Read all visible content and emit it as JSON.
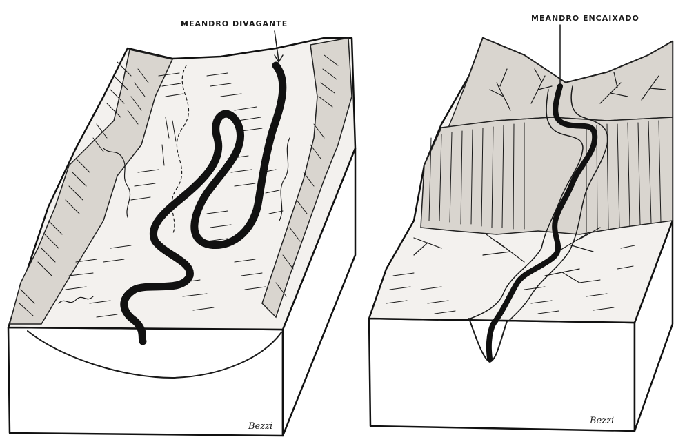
{
  "figure": {
    "left_block": {
      "label": "MEANDRO DIVAGANTE",
      "signature": "Bezzi"
    },
    "right_block": {
      "label": "MEANDRO ENCAIXADO",
      "signature": "Bezzi"
    },
    "colors": {
      "ink": "#111111",
      "paper": "#ffffff",
      "relief_shading": "#d9d5cf"
    }
  }
}
